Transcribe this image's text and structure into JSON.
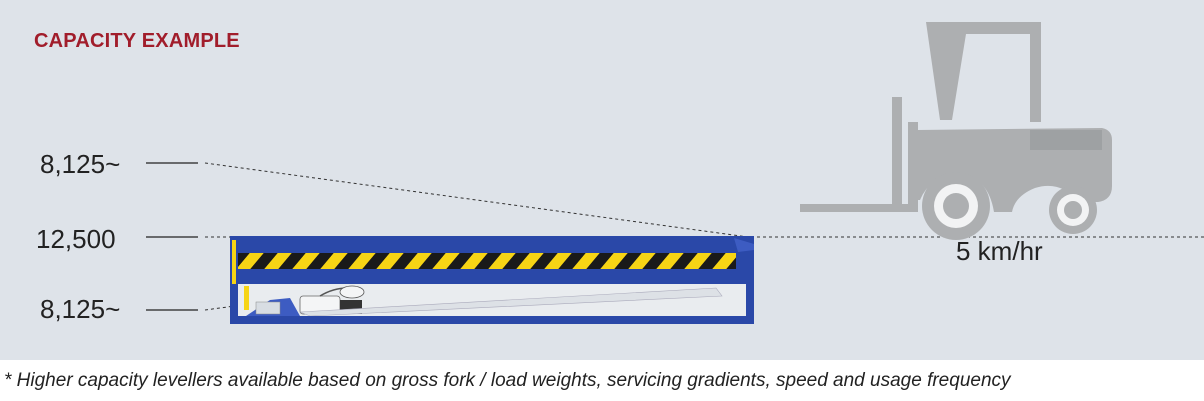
{
  "title": "CAPACITY EXAMPLE",
  "labels": {
    "top": "8,125~",
    "middle": "12,500",
    "bottom": "8,125~"
  },
  "speed": "5 km/hr",
  "footnote": "* Higher capacity levellers available based on gross fork / load weights, servicing gradients, speed and usage frequency",
  "colors": {
    "panel_bg": "#dee3e9",
    "title": "#a11d2b",
    "leveller_blue": "#2a48a8",
    "hazard_yellow": "#f6d415",
    "forklift_gray": "#adafb1"
  },
  "icons": {
    "forklift": "forklift-icon",
    "leveller": "dock-leveller-icon"
  }
}
